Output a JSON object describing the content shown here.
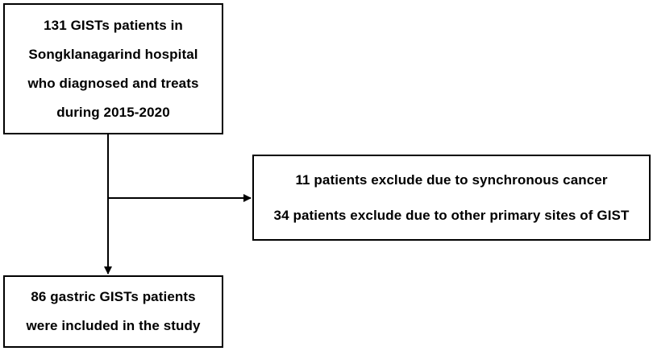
{
  "flowchart": {
    "source_box": {
      "lines": [
        "131 GISTs patients in",
        "Songklanagarind hospital",
        "who diagnosed and treats",
        "during 2015-2020"
      ]
    },
    "exclusion_box": {
      "lines": [
        "11 patients exclude due to synchronous cancer",
        "34 patients exclude due to other primary sites of GIST"
      ]
    },
    "included_box": {
      "lines": [
        "86 gastric GISTs patients",
        "were included in the study"
      ]
    }
  }
}
